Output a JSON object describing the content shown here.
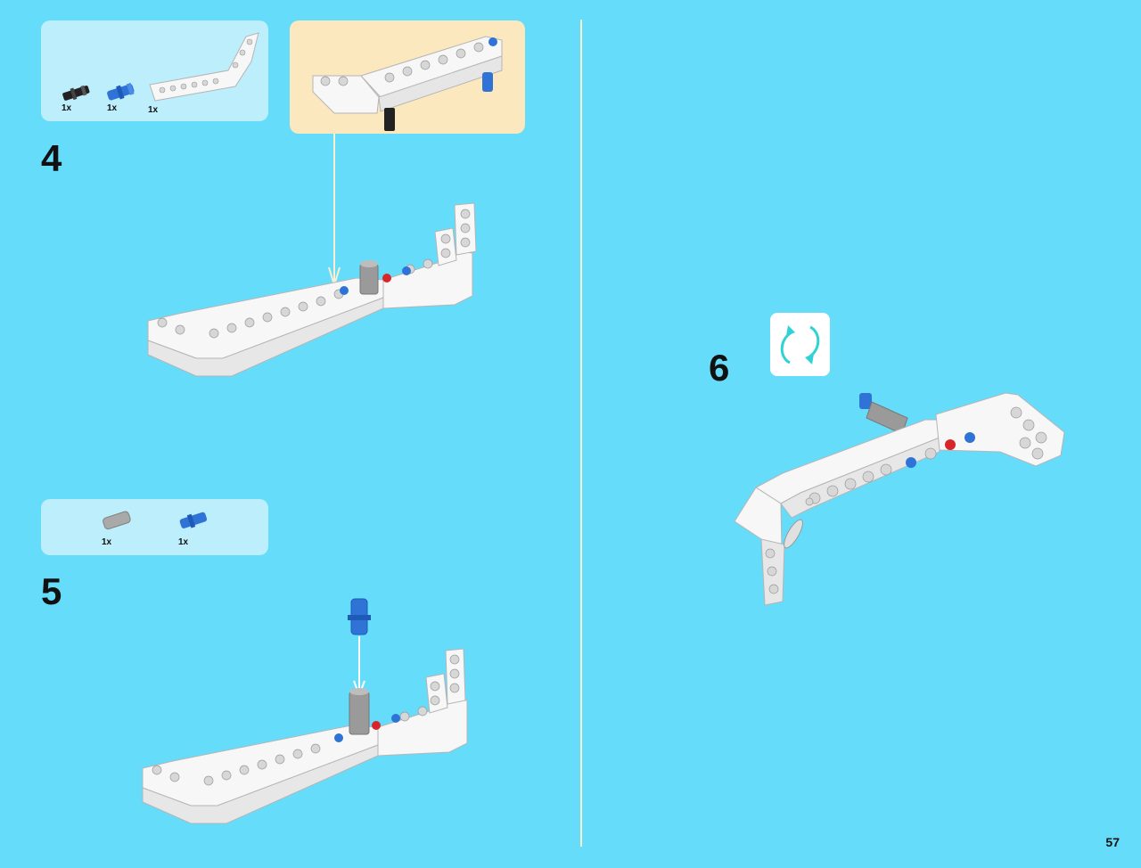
{
  "page": {
    "number": "57"
  },
  "steps": [
    {
      "number": "4",
      "parts": [
        {
          "qty": "1x",
          "icon": "black-friction-pin-icon"
        },
        {
          "qty": "1x",
          "icon": "blue-axle-pin-icon"
        },
        {
          "qty": "1x",
          "icon": "white-bent-beam-icon"
        }
      ],
      "subassembly": true
    },
    {
      "number": "5",
      "parts": [
        {
          "qty": "1x",
          "icon": "gray-connector-icon"
        },
        {
          "qty": "1x",
          "icon": "blue-axle-pin-icon"
        }
      ]
    },
    {
      "number": "6",
      "callout": "rotate-model-icon"
    }
  ],
  "colors": {
    "background": "#66dcfb",
    "parts_panel": "#bdeefc",
    "subassembly_panel": "#fbe8bf",
    "divider": "#f7efcf",
    "beam_white": "#f7f7f7",
    "pin_blue": "#2f73d6",
    "pin_red": "#d8252a",
    "connector_gray": "#9a9a9a"
  }
}
